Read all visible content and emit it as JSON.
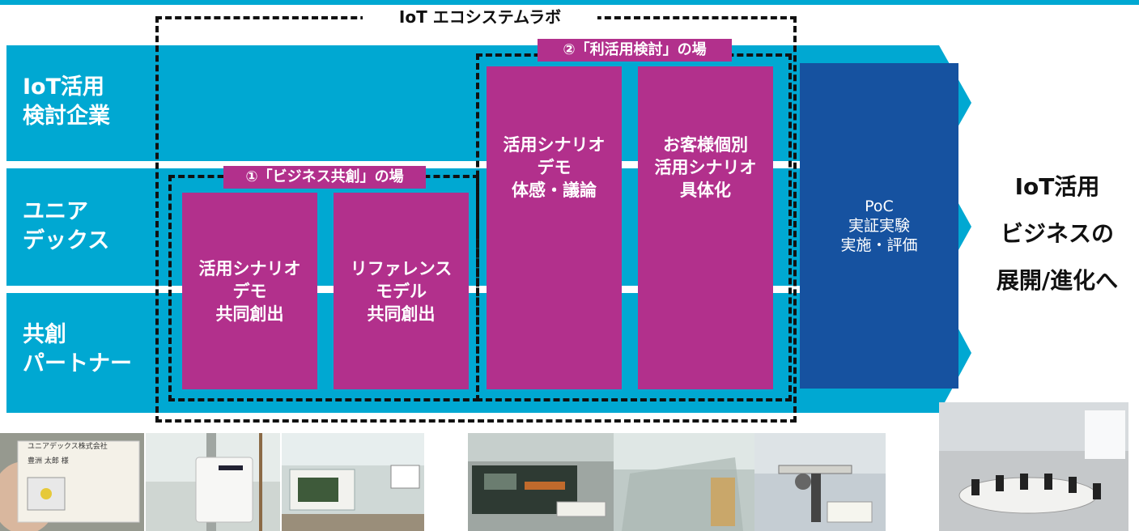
{
  "ecosystem_label": "IoT エコシステムラボ",
  "rows": [
    {
      "label": "IoT活用\n検討企業"
    },
    {
      "label": "ユニア\nデックス"
    },
    {
      "label": "共創\nパートナー"
    }
  ],
  "stage1": {
    "label": "①「ビジネス共創」の場",
    "boxes": [
      "活用シナリオ\nデモ\n共同創出",
      "リファレンス\nモデル\n共同創出"
    ]
  },
  "stage2": {
    "label": "②「利活用検討」の場",
    "boxes": [
      "活用シナリオ\nデモ\n体感・議論",
      "お客様個別\n活用シナリオ\n具体化"
    ]
  },
  "poc": "PoC\n実証実験\n実施・評価",
  "outcome": "IoT活用\nビジネスの\n展開/進化へ",
  "photos": {
    "name_card_text": "ユニアデックス株式会社\n豊洲 太郎 様"
  },
  "colors": {
    "band": "#00a8d2",
    "magenta": "#b2308c",
    "navy": "#1652a0"
  }
}
